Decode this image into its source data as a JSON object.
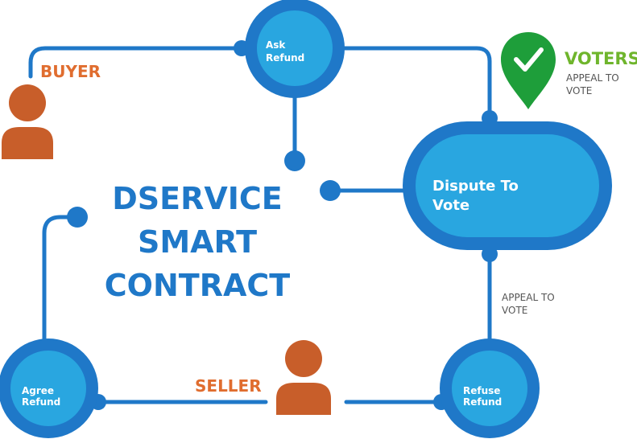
{
  "title_lines": [
    "DSERVICE",
    "SMART",
    "CONTRACT"
  ],
  "nodes": {
    "ask_refund": [
      "Ask",
      "Refund"
    ],
    "dispute": [
      "Dispute To",
      "Vote"
    ],
    "agree_refund": [
      "Agree",
      "Refund"
    ],
    "refuse_refund": [
      "Refuse",
      "Refund"
    ]
  },
  "roles": {
    "buyer": "BUYER",
    "seller": "SELLER",
    "voters": "VOTERS"
  },
  "notes": {
    "voters_appeal": [
      "APPEAL TO",
      "VOTE"
    ],
    "dispute_appeal": [
      "APPEAL TO",
      "VOTE"
    ]
  },
  "colors": {
    "ring": "#1f78c8",
    "fill": "#29a6e0",
    "person": "#c85e2a",
    "role": "#e06d2f",
    "voters": "#6fb52c",
    "pin": "#1e9e3a"
  },
  "icons": {
    "buyer": "person-icon",
    "seller": "person-icon",
    "voters": "map-pin-check-icon"
  }
}
